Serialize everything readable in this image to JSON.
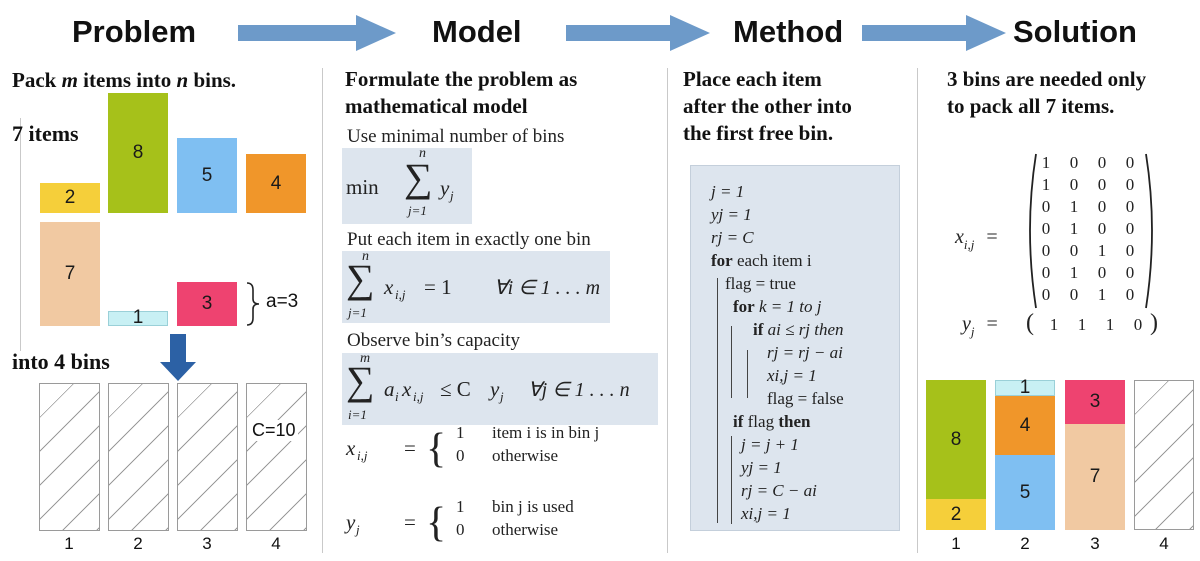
{
  "headers": {
    "problem": "Problem",
    "model": "Model",
    "method": "Method",
    "solution": "Solution"
  },
  "colors": {
    "arrow": "#6d9ac9",
    "item8": "#a6c11a",
    "item5": "#7fbff2",
    "item4": "#f0962a",
    "item2": "#f5cf3a",
    "item7": "#f1c9a2",
    "item1": "#c8f0f4",
    "item3": "#ee4370",
    "panel": "#dde5ee"
  },
  "problem": {
    "title_pre": "Pack ",
    "title_m": "m",
    "title_mid": " items into ",
    "title_n": "n",
    "title_post": " bins.",
    "items_label": "7 items",
    "items": {
      "i8": "8",
      "i5": "5",
      "i4": "4",
      "i2": "2",
      "i7": "7",
      "i1": "1",
      "i3": "3"
    },
    "a_label": "a=3",
    "bins_label": "into 4 bins",
    "capacity_label": "C=10",
    "bin_numbers": [
      "1",
      "2",
      "3",
      "4"
    ],
    "down_arrow_icon": "down-arrow-icon"
  },
  "model": {
    "title_line1": "Formulate the problem as",
    "title_line2": "mathematical model",
    "obj_text": "Use minimal number of bins",
    "f1": {
      "min": "min",
      "upper": "n",
      "var": "y",
      "sub": "j",
      "lower": "j=1"
    },
    "c1_text": "Put each item in exactly one bin",
    "f2": {
      "upper": "n",
      "lower": "j=1",
      "body_var": "x",
      "body_sub": "i,j",
      "eq": "= 1",
      "forall": "∀i ∈ 1 . . . m"
    },
    "c2_text": "Observe bin’s capacity",
    "f3": {
      "upper": "m",
      "lower": "i=1",
      "a": "a",
      "a_sub": "i",
      "x": "x",
      "x_sub": "i,j",
      "rel": "≤ C",
      "y": "y",
      "y_sub": "j",
      "forall": "∀j ∈ 1 . . . n"
    },
    "def_x": {
      "var": "x",
      "sub": "i,j",
      "eq": "=",
      "v1": "1",
      "d1": "item i is in bin j",
      "v0": "0",
      "d0": "otherwise"
    },
    "def_y": {
      "var": "y",
      "sub": "j",
      "eq": "=",
      "v1": "1",
      "d1": "bin j is used",
      "v0": "0",
      "d0": "otherwise"
    }
  },
  "method": {
    "title_line1": "Place each item",
    "title_line2": "after the other into",
    "title_line3": "the first free bin.",
    "code": {
      "l1": "j = 1",
      "l2": "yj = 1",
      "l3": "rj = C",
      "l4_kw": "for",
      "l4_rest": " each item i",
      "l5": "flag  =  true",
      "l6_kw": "for",
      "l6_rest": " k = 1 to j",
      "l7_kw": "if",
      "l7_rest": " ai ≤ rj then",
      "l8": "rj = rj − ai",
      "l9": "xi,j = 1",
      "l10": "flag  =  false",
      "l11_kw": "if",
      "l11_rest": " flag ",
      "l11_kw2": "then",
      "l12": "j = j + 1",
      "l13": "yj = 1",
      "l14": "rj = C − ai",
      "l15": "xi,j = 1"
    }
  },
  "solution": {
    "title_line1": "3 bins are needed only",
    "title_line2": "to pack all 7 items.",
    "x_label": "x",
    "x_sub": "i,j",
    "eq": "=",
    "y_label": "y",
    "y_sub": "j",
    "matrix": [
      [
        "1",
        "0",
        "0",
        "0"
      ],
      [
        "1",
        "0",
        "0",
        "0"
      ],
      [
        "0",
        "1",
        "0",
        "0"
      ],
      [
        "0",
        "1",
        "0",
        "0"
      ],
      [
        "0",
        "0",
        "1",
        "0"
      ],
      [
        "0",
        "1",
        "0",
        "0"
      ],
      [
        "0",
        "0",
        "1",
        "0"
      ]
    ],
    "y_vector": [
      "1",
      "1",
      "1",
      "0"
    ],
    "bins": {
      "b1_top": "8",
      "b1_bottom": "2",
      "b2_top": "1",
      "b2_mid": "4",
      "b2_bottom": "5",
      "b3_top": "3",
      "b3_bottom": "7"
    },
    "bin_numbers": [
      "1",
      "2",
      "3",
      "4"
    ]
  }
}
